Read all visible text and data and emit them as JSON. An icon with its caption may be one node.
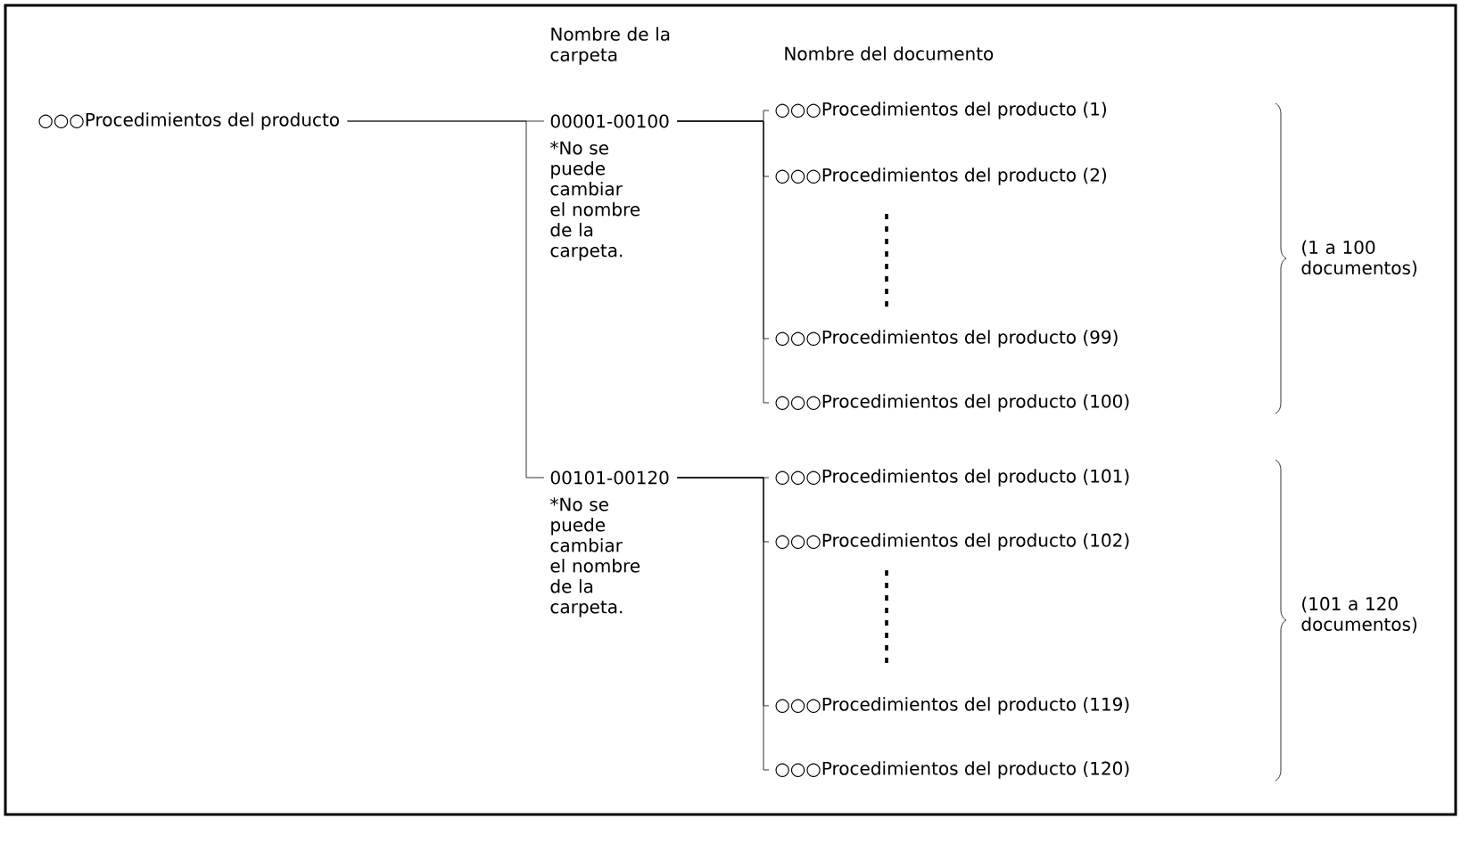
{
  "diagram": {
    "nodes": [
      {
        "text": [
          "○○○Procedimientos del producto"
        ]
      },
      {
        "text": [
          "00001-00100"
        ],
        "beside": [
          "*No se puede cambiar el nombre de la carpeta."
        ]
      },
      {
        "text": [
          "00101-00120"
        ],
        "beside": [
          "*No se puede cambiar el nombre de la carpeta."
        ]
      },
      {
        "text": [
          "○○○Procedimientos del producto (1)"
        ]
      },
      {
        "text": [
          "○○○Procedimientos del producto (2)"
        ]
      },
      {
        "text": [
          "○○○Procedimientos del producto (99)"
        ]
      },
      {
        "text": [
          "○○○Procedimientos del producto (100)"
        ]
      },
      {
        "text": [
          "○○○Procedimientos del producto (101)"
        ]
      },
      {
        "text": [
          "○○○Procedimientos del producto (102)"
        ]
      },
      {
        "text": [
          "○○○Procedimientos del producto (119)"
        ]
      },
      {
        "text": [
          "○○○Procedimientos del producto (120)"
        ]
      }
    ],
    "edges": [
      {
        "from": 0,
        "to": 1,
        "arrow": "none"
      },
      {
        "from": 0,
        "to": 2,
        "arrow": "none"
      },
      {
        "from": 1,
        "to": 3,
        "arrow": "none"
      },
      {
        "from": 1,
        "to": 4,
        "arrow": "none"
      },
      {
        "from": 1,
        "to": 5,
        "arrow": "none"
      },
      {
        "from": 1,
        "to": 6,
        "arrow": "none"
      },
      {
        "from": 2,
        "to": 7,
        "arrow": "none"
      },
      {
        "from": 2,
        "to": 8,
        "arrow": "none"
      },
      {
        "from": 2,
        "to": 9,
        "arrow": "none"
      },
      {
        "from": 2,
        "to": 10,
        "arrow": "none"
      }
    ],
    "labels": [
      "Nombre de la carpeta",
      "Nombre del documento",
      "(1 a 100 documentos)",
      "(101 a 120 documentos)"
    ]
  }
}
